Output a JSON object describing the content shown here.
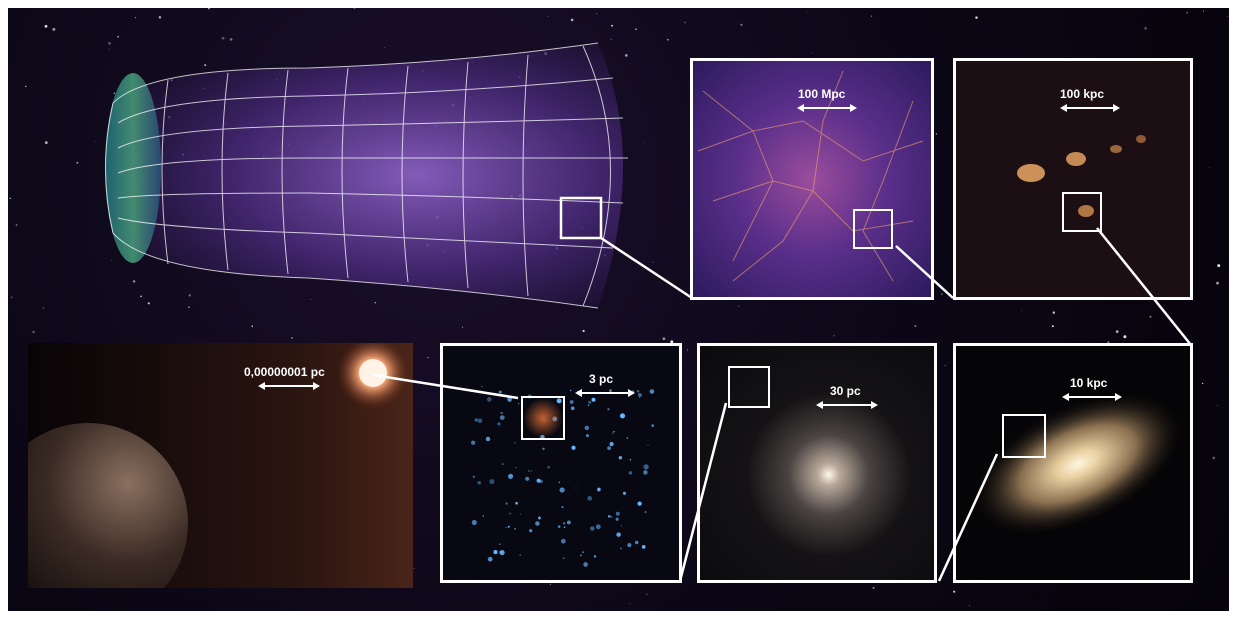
{
  "scales": {
    "cosmic_web": "100 Mpc",
    "galaxy_group": "100 kpc",
    "galaxy": "10 kpc",
    "globular_cluster": "30 pc",
    "open_cluster": "3 pc",
    "planetary_system": "0,00000001 pc"
  },
  "colors": {
    "background": "#0c0716",
    "frame": "#ffffff",
    "cosmic_web": "#7b4fb0",
    "cmb": "#2f8f8a"
  }
}
